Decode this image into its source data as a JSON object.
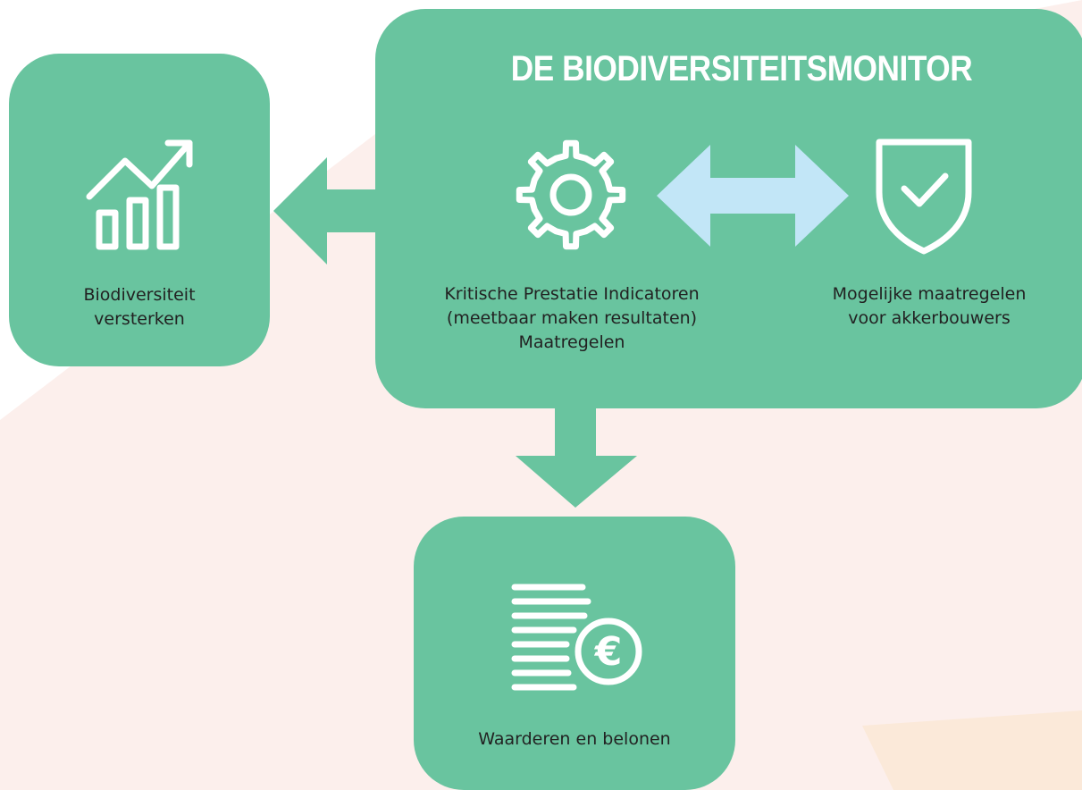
{
  "colors": {
    "box_green": "#69c49f",
    "double_arrow": "#c2e6f7",
    "background_blob": "#fcefec",
    "corner_shape": "#fbe9d9",
    "label_text": "#222222",
    "title_text": "#ffffff"
  },
  "monitor": {
    "title": "DE BIODIVERSITEITSMONITOR",
    "kpi_label": "Kritische Prestatie Indicatoren\n(meetbaar maken resultaten)\nMaatregelen",
    "measures_label": "Mogelijke maatregelen\nvoor akkerbouwers",
    "kpi_icon": "gear-icon",
    "measures_icon": "shield-check-icon"
  },
  "left_box": {
    "label": "Biodiversiteit\nversterken",
    "icon": "growth-chart-icon"
  },
  "bottom_box": {
    "label": "Waarderen en belonen",
    "icon": "coins-euro-icon"
  }
}
